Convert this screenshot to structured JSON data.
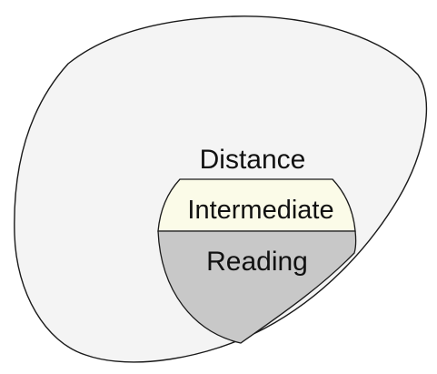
{
  "diagram": {
    "labels": {
      "distance": "Distance",
      "intermediate": "Intermediate",
      "reading": "Reading"
    },
    "colors": {
      "lens_fill": "#f4f4f4",
      "intermediate_fill": "#fbfbe8",
      "reading_fill": "#c8c8c8",
      "stroke": "#1a1a1a"
    }
  }
}
